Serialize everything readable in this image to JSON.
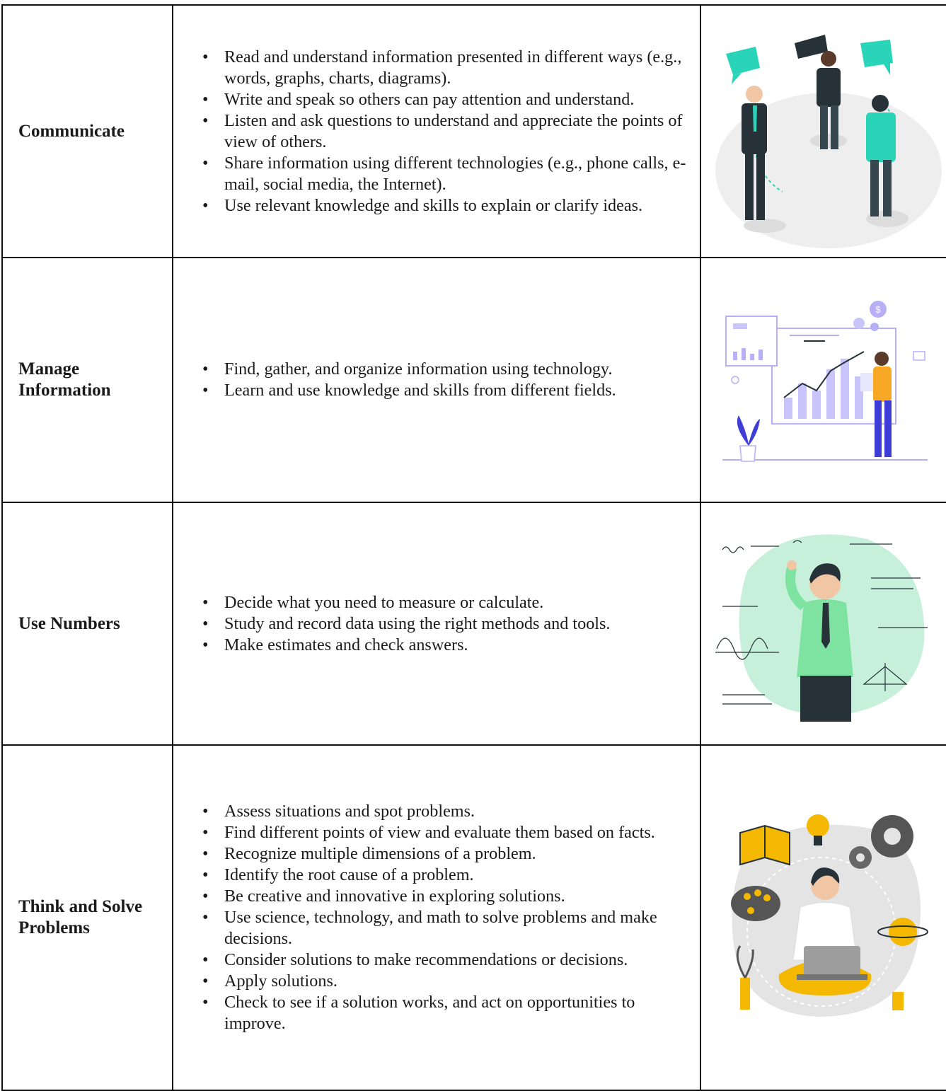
{
  "rows": [
    {
      "skill": "Communicate",
      "illustration": "people-talking-illustration",
      "bullets": [
        "Read and understand information presented in different ways (e.g., words, graphs, charts, diagrams).",
        "Write and speak so others can pay attention and understand.",
        "Listen and ask questions to understand and appreciate the points of view of others.",
        "Share information using different technologies (e.g., phone calls, e-mail, social media, the Internet).",
        "Use relevant knowledge and skills to explain or clarify ideas."
      ]
    },
    {
      "skill": "Manage Information",
      "illustration": "data-chart-illustration",
      "bullets": [
        "Find, gather, and organize information using technology.",
        "Learn and use knowledge and skills from different fields."
      ]
    },
    {
      "skill": "Use Numbers",
      "illustration": "math-teacher-illustration",
      "bullets": [
        "Decide what you need to measure or calculate.",
        "Study and record data using the right methods and tools.",
        "Make estimates and check answers."
      ]
    },
    {
      "skill": "Think and Solve Problems",
      "illustration": "creative-thinking-illustration",
      "bullets": [
        "Assess situations and spot problems.",
        "Find different points of view and evaluate them based on facts.",
        "Recognize multiple dimensions of a problem.",
        "Identify the root cause of a problem.",
        "Be creative and innovative in exploring solutions.",
        "Use science, technology, and math to solve problems and make decisions.",
        "Consider solutions to make recommendations or decisions.",
        "Apply solutions.",
        "Check to see if a solution works, and act on opportunities to improve."
      ]
    }
  ],
  "colors": {
    "teal": "#2ad4b8",
    "dark": "#263238",
    "purple": "#b7b0f7",
    "blue": "#3f3dd8",
    "orange": "#f7a825",
    "mint": "#c7f0db",
    "green": "#7ee3a0",
    "yellow": "#f5b800"
  }
}
